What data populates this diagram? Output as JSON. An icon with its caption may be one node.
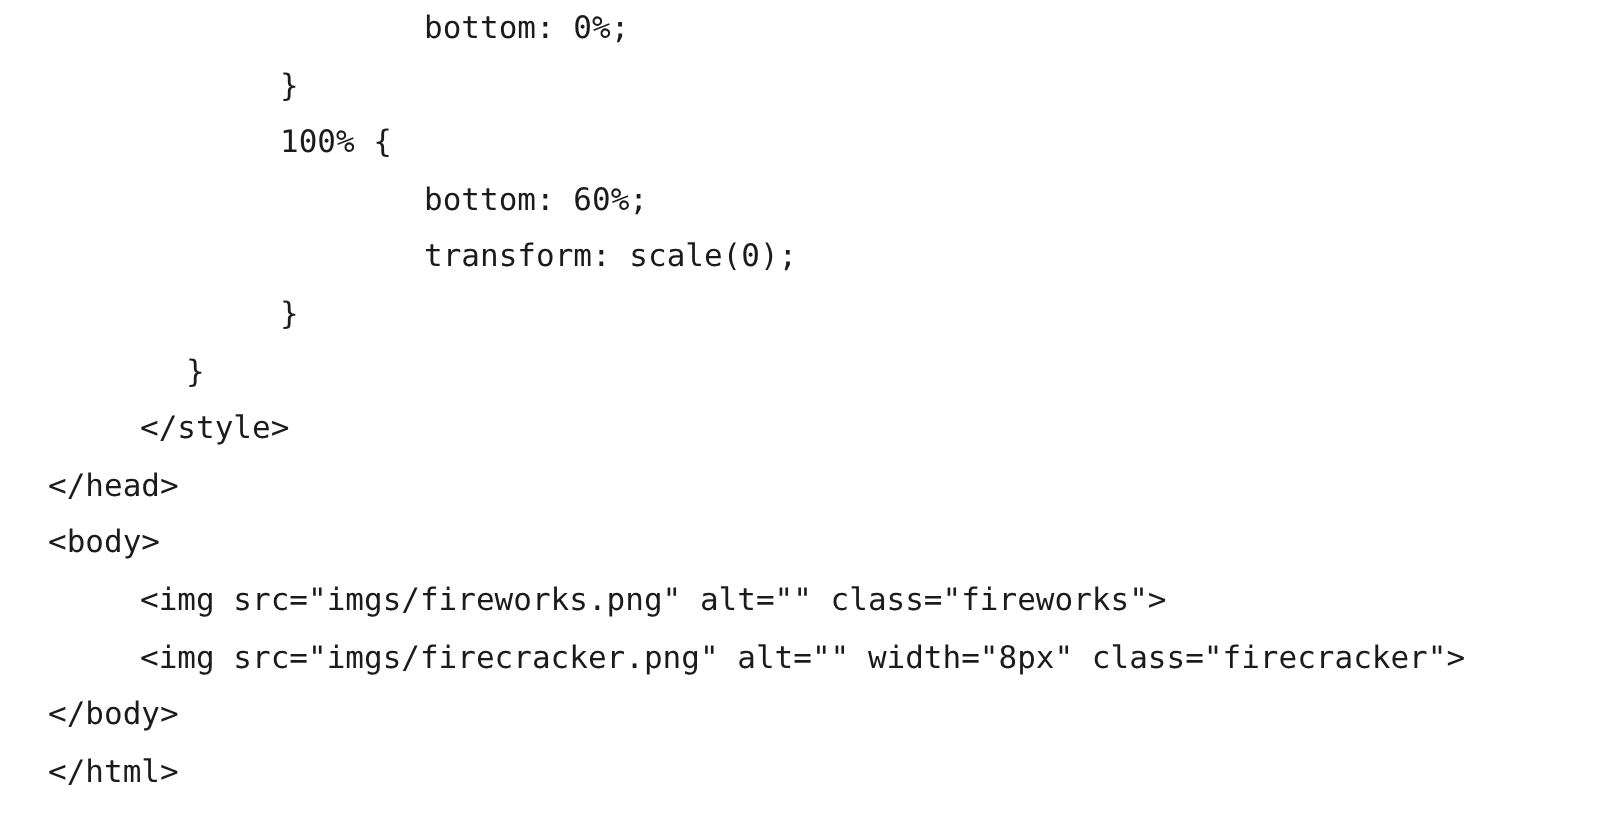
{
  "diagram": {
    "labels": [
      "bottom: 0%;",
      "}",
      "100% {",
      "bottom: 60%;",
      "transform: scale(0);",
      "}",
      "}",
      "</style>",
      "</head>",
      "<body>",
      "<img src=\"imgs/fireworks.png\" alt=\"\" class=\"fireworks\">",
      "<img src=\"imgs/firecracker.png\" alt=\"\" width=\"8px\" class=\"firecracker\">",
      "</body>",
      "</html>"
    ]
  }
}
